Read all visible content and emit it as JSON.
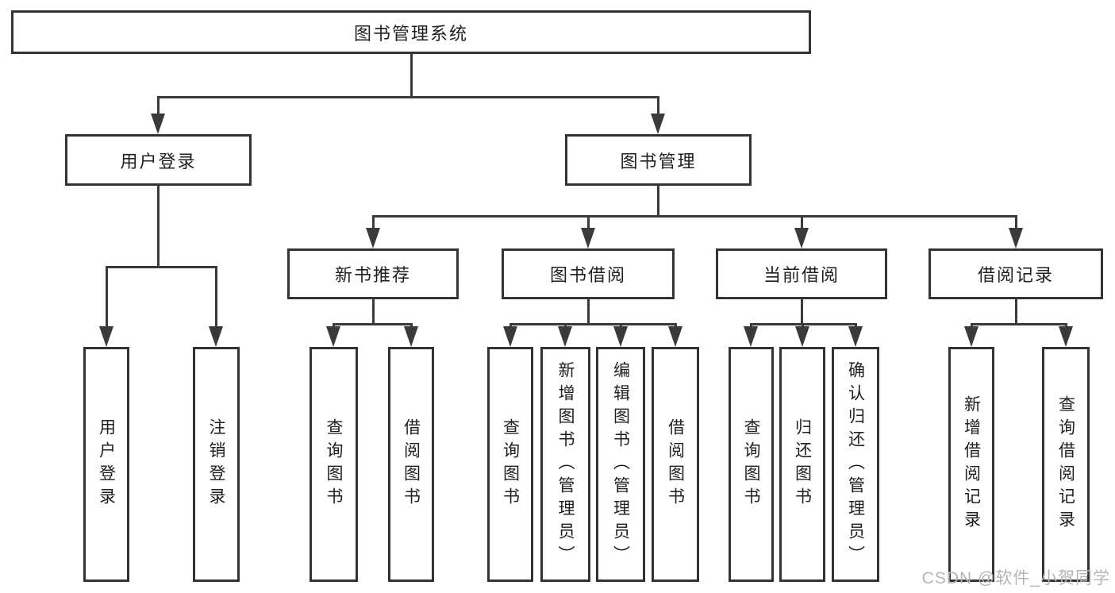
{
  "colors": {
    "background": "#ffffff",
    "box_border": "#333333",
    "connector_line": "#3a3a3a",
    "text": "#1f1f1f",
    "watermark_text": "#b5b5b5"
  },
  "watermark": "CSDN @软件_小贺同学",
  "tree": {
    "label": "图书管理系统",
    "children": [
      {
        "label": "用户登录",
        "children": [
          {
            "label": "用户登录"
          },
          {
            "label": "注销登录"
          }
        ]
      },
      {
        "label": "图书管理",
        "children": [
          {
            "label": "新书推荐",
            "children": [
              {
                "label": "查询图书"
              },
              {
                "label": "借阅图书"
              }
            ]
          },
          {
            "label": "图书借阅",
            "children": [
              {
                "label": "查询图书"
              },
              {
                "label": "新增图书（管理员）"
              },
              {
                "label": "编辑图书（管理员）"
              },
              {
                "label": "借阅图书"
              }
            ]
          },
          {
            "label": "当前借阅",
            "children": [
              {
                "label": "查询图书"
              },
              {
                "label": "归还图书"
              },
              {
                "label": "确认归还（管理员）"
              }
            ]
          },
          {
            "label": "借阅记录",
            "children": [
              {
                "label": "新增借阅记录"
              },
              {
                "label": "查询借阅记录"
              }
            ]
          }
        ]
      }
    ]
  }
}
